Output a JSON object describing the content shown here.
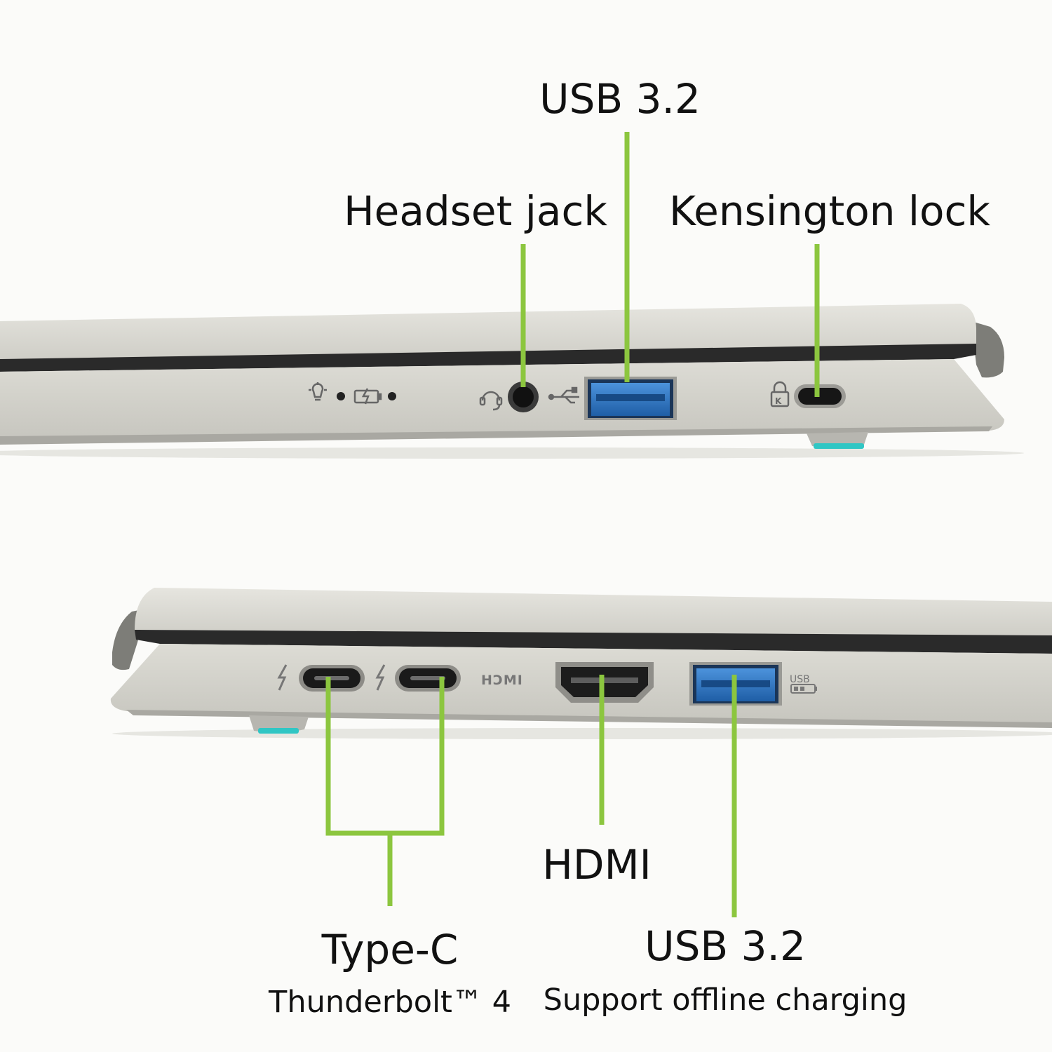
{
  "colors": {
    "callout_line": "#8cc63f",
    "chassis": "#d3d2cb",
    "usb_port_blue": "#2f78c4",
    "foot_accent": "#30c6c4",
    "background": "#fbfbf9"
  },
  "callouts": {
    "usb_top": "USB 3.2",
    "headset": "Headset jack",
    "kensington": "Kensington lock",
    "type_c": "Type-C",
    "type_c_sub": "Thunderbolt™ 4",
    "hdmi": "HDMI",
    "usb_bottom": "USB 3.2",
    "usb_bottom_sub": "Support offline charging"
  },
  "port_markings": {
    "hdmi_logo": "HƆMI",
    "usb_charge_icon": "USB",
    "kensington_icon": "K"
  },
  "icons": [
    "light-bulb-icon",
    "battery-charging-icon",
    "headset-icon",
    "usb-icon",
    "lock-icon",
    "thunderbolt-icon",
    "usb-charging-icon"
  ]
}
